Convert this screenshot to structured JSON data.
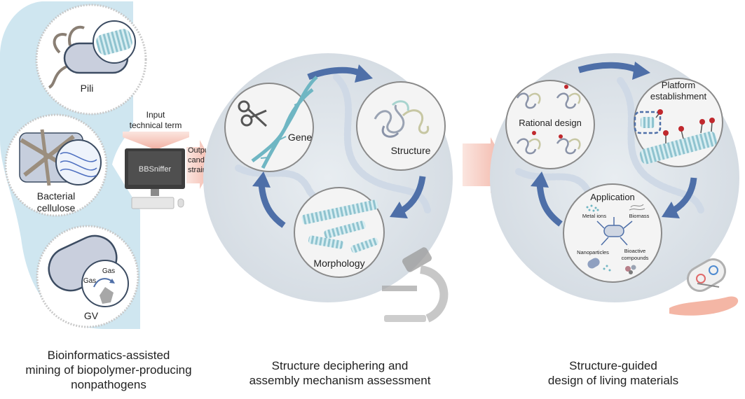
{
  "panel1": {
    "pili": "Pili",
    "cellulose_line1": "Bacterial",
    "cellulose_line2": "cellulose",
    "gv": "GV",
    "gas_top": "Gas",
    "gas_left": "Gas",
    "input_line1": "Input",
    "input_line2": "technical term",
    "screen_text": "BBSniffer",
    "output_line1": "Output",
    "output_line2": "candidate",
    "output_line3": "strain",
    "caption_line1": "Bioinformatics-assisted",
    "caption_line2": "mining of biopolymer-producing",
    "caption_line3": "nonpathogens"
  },
  "panel2": {
    "gene": "Gene",
    "structure": "Structure",
    "morphology": "Morphology",
    "caption_line1": "Structure deciphering and",
    "caption_line2": "assembly mechanism assessment"
  },
  "panel3": {
    "rational_design": "Rational design",
    "platform_line1": "Platform",
    "platform_line2": "establishment",
    "application": "Application",
    "metal_ions": "Metal ions",
    "biomass": "Biomass",
    "nanoparticles": "Nanoparticles",
    "bioactive_line1": "Bioactive",
    "bioactive_line2": "compounds",
    "caption_line1": "Structure-guided",
    "caption_line2": "design of living materials"
  },
  "colors": {
    "light_blue": "#cfe6f0",
    "arrow_blue": "#4e6fa8",
    "panel_grey": "#dfe4e9",
    "salmon": "#f5c9bf",
    "teal": "#6fb6c3"
  }
}
